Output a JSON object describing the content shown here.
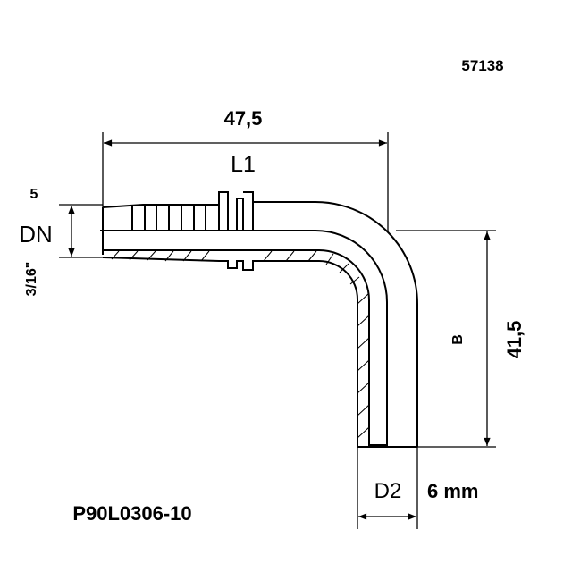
{
  "article_number": "57138",
  "part_code": "P90L0306-10",
  "dimensions": {
    "l1_value": "47,5",
    "l1_label": "L1",
    "dn_value": "5",
    "dn_label": "DN",
    "dn_inch": "3/16\"",
    "b_label": "B",
    "b_value": "41,5",
    "d2_label": "D2",
    "d2_value": "6 mm"
  }
}
